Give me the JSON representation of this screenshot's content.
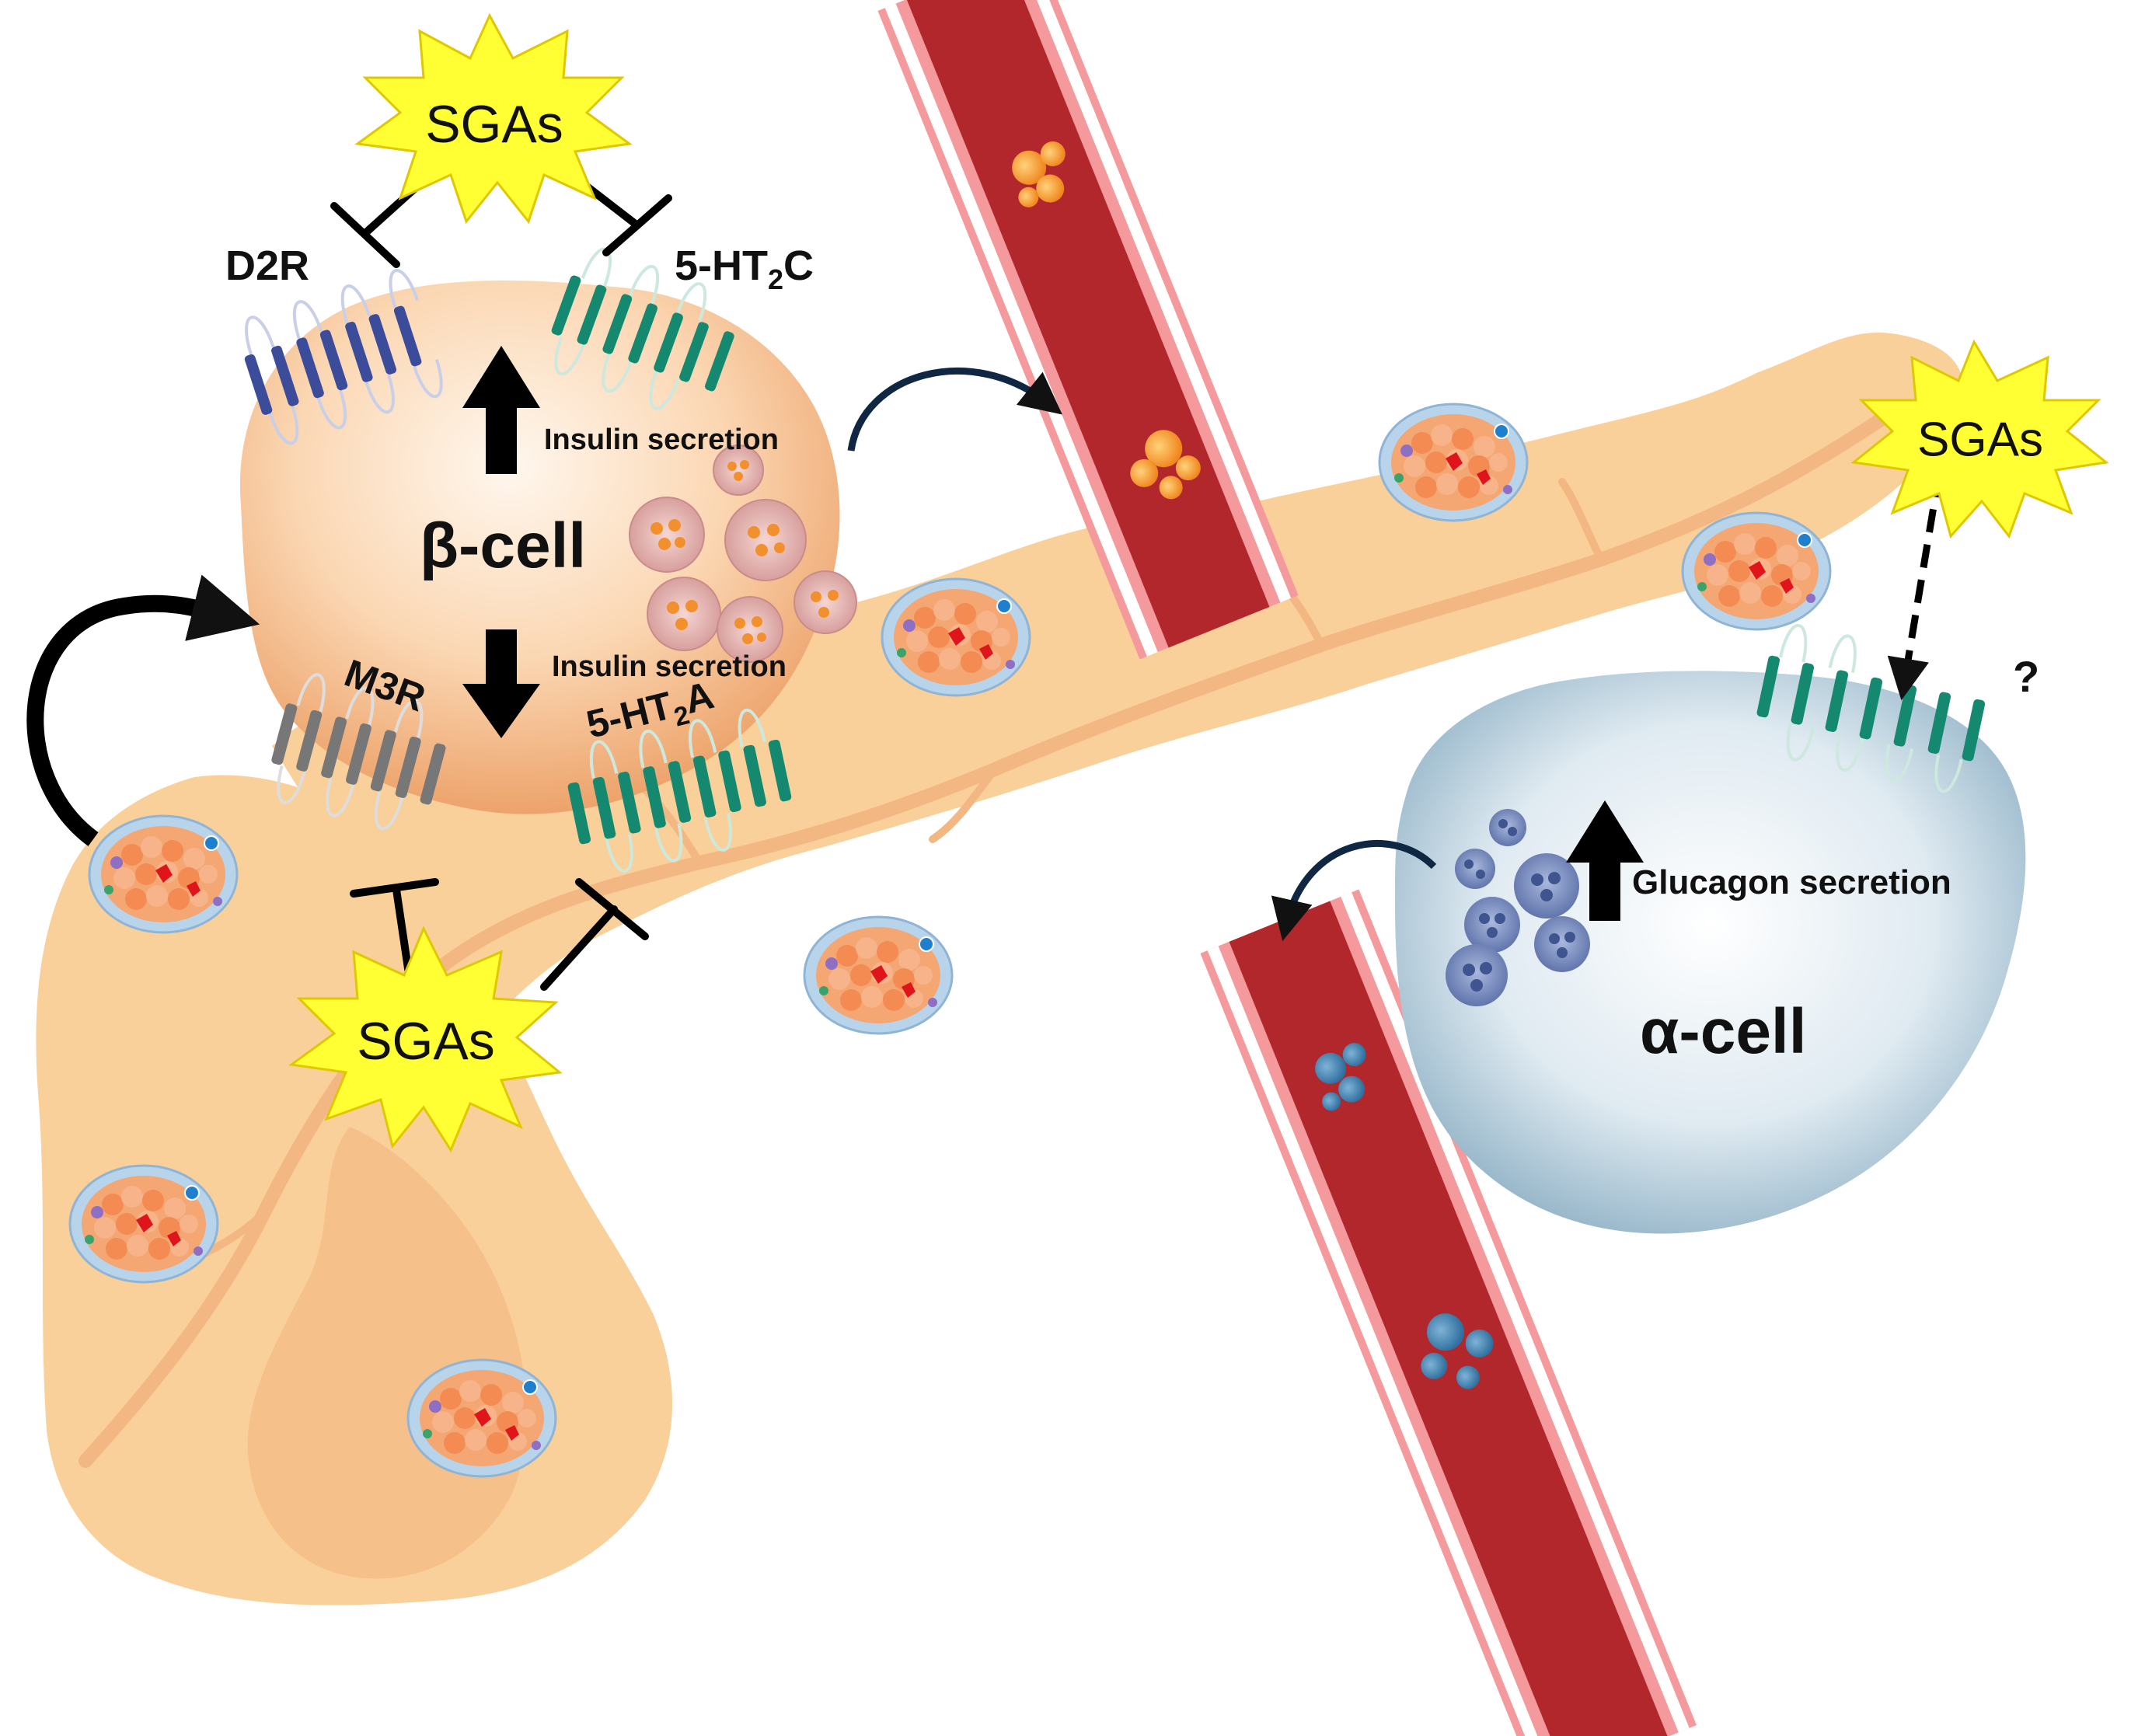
{
  "labels": {
    "sgas_top": "SGAs",
    "sgas_bottom": "SGAs",
    "sgas_right": "SGAs",
    "d2r": "D2R",
    "ht2c_prefix": "5-HT",
    "ht2c_sub": "2",
    "ht2c_suffix": "C",
    "ht2a_prefix": "5-HT",
    "ht2a_sub": "2",
    "ht2a_suffix": "A",
    "m3r": "M3R",
    "beta_cell": "β-cell",
    "alpha_cell": "α-cell",
    "insulin_up": "Insulin secretion",
    "insulin_down": "Insulin secretion",
    "glucagon_up": "Glucagon secretion",
    "question": "?"
  },
  "colors": {
    "pancreas": "#f9cf9a",
    "pancreas_dark": "#f2b980",
    "beta_cell": "#f6c08c",
    "alpha_cell": "#b9d3e0",
    "vessel": "#b2272c",
    "vessel_edge": "#f59a9c",
    "burst": "#ffff33",
    "receptor_blue": "#3b4c9b",
    "receptor_teal": "#15896f",
    "receptor_gray": "#777777",
    "insulin_granule": "#f08a2a",
    "glucagon_granule": "#5d79b0"
  }
}
